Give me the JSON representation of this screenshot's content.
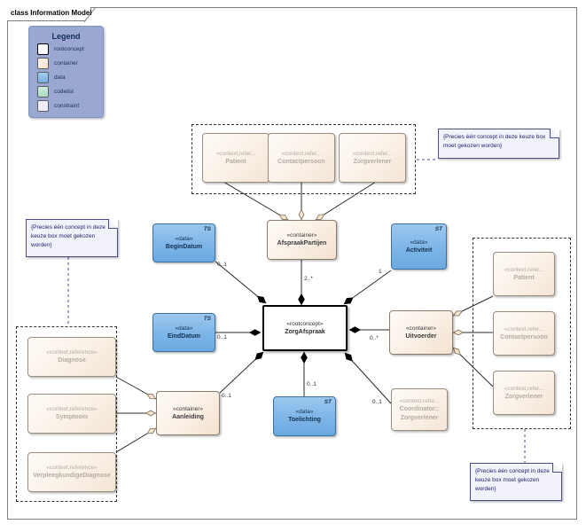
{
  "frame": {
    "title": "class Information Model"
  },
  "legend": {
    "title": "Legend",
    "items": [
      {
        "label": "rootconcept",
        "color": "#ffffff"
      },
      {
        "label": "container",
        "color": "#fae3cc"
      },
      {
        "label": "data",
        "color": "#8cbce9"
      },
      {
        "label": "codelist",
        "color": "#b9e3cc"
      },
      {
        "label": "constraint",
        "color": "#e9eaf6"
      }
    ]
  },
  "nodes": {
    "zorgafspraak": {
      "stereotype": "«rootconcept»",
      "name": "ZorgAfspraak",
      "kind": "rootconcept"
    },
    "afspraakpartijen": {
      "stereotype": "«container»",
      "name": "AfspraakPartijen",
      "kind": "container"
    },
    "uitvoerder": {
      "stereotype": "«container»",
      "name": "Uitvoerder",
      "kind": "container"
    },
    "aanleiding": {
      "stereotype": "«container»",
      "name": "Aanleiding",
      "kind": "container"
    },
    "begindatum": {
      "stereotype": "«data»",
      "name": "BeginDatum",
      "kind": "data",
      "corner": "TS"
    },
    "einddatum": {
      "stereotype": "«data»",
      "name": "EindDatum",
      "kind": "data",
      "corner": "TS"
    },
    "activiteit": {
      "stereotype": "«data»",
      "name": "Activiteit",
      "kind": "data",
      "corner": "ST"
    },
    "toelichting": {
      "stereotype": "«data»",
      "name": "Toelichting",
      "kind": "data",
      "corner": "ST"
    },
    "top_patient": {
      "stereotype": "«context,refer...",
      "name": "Patient",
      "kind": "reference"
    },
    "top_contactpersoon": {
      "stereotype": "«context,refer...",
      "name": "Contactpersoon",
      "kind": "reference"
    },
    "top_zorgverlener": {
      "stereotype": "«context,refer...",
      "name": "Zorgverlener",
      "kind": "reference"
    },
    "right_patient": {
      "stereotype": "«context,refer...",
      "name": "Patient",
      "kind": "reference"
    },
    "right_contactpersoon": {
      "stereotype": "«context,refer...",
      "name": "Contactpersoon",
      "kind": "reference"
    },
    "right_zorgverlener": {
      "stereotype": "«context,refer...",
      "name": "Zorgverlener",
      "kind": "reference"
    },
    "coordinator": {
      "stereotype": "«context,refer...",
      "name": "Coordinator::",
      "name2": "Zorgverlener",
      "kind": "reference"
    },
    "diagnose": {
      "stereotype": "«context,reference»",
      "name": "Diagnose",
      "kind": "reference"
    },
    "symptoom": {
      "stereotype": "«context,reference»",
      "name": "Symptoom",
      "kind": "reference"
    },
    "verpleegkundigediagnose": {
      "stereotype": "«context,reference»",
      "name": "VerpleegkundigeDiagnose",
      "kind": "reference"
    }
  },
  "notes": {
    "top_right": {
      "text": "{Precies één concept in deze keuze box moet gekozen worden}"
    },
    "left": {
      "text": "{Precies één concept in deze keuze box moet gekozen worden}"
    },
    "bottom_right": {
      "text": "{Precies één concept in deze keuze box moet gekozen worden}"
    }
  },
  "multiplicities": {
    "afspraakpartijen_to_root": "2..*",
    "begindatum": "0..1",
    "einddatum": "0..1",
    "activiteit": "1",
    "uitvoerder": "0..*",
    "aanleiding": "0..1",
    "toelichting": "0..1",
    "coordinator": "0..1"
  }
}
